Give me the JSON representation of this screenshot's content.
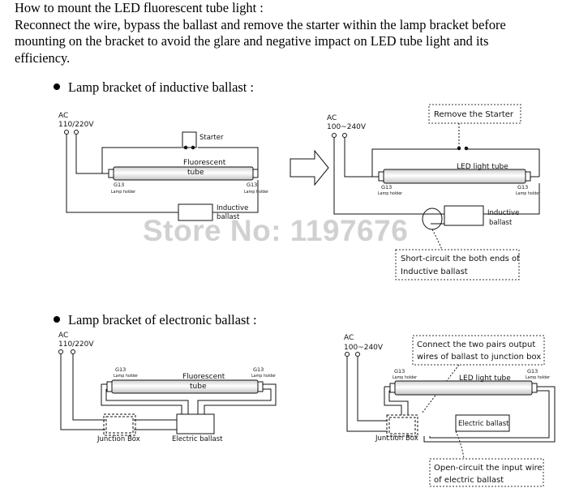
{
  "intro": {
    "title": "How to mount the LED fluorescent tube light :",
    "line1": "Reconnect the wire, bypass the ballast and remove the starter within the lamp bracket before",
    "line2": "mounting on    the bracket to avoid the glare and negative impact on LED tube light and its",
    "line3": "efficiency."
  },
  "sections": {
    "inductive_title": "Lamp bracket of inductive ballast :",
    "electronic_title": "Lamp bracket of electronic ballast :"
  },
  "diagram_inductive_before": {
    "ac": "AC",
    "voltage": "110/220V",
    "starter": "Starter",
    "tube_line1": "Fluorescent",
    "tube_line2": "tube",
    "g13": "G13",
    "lamp_holder": "Lamp holder",
    "ballast_line1": "Inductive",
    "ballast_line2": "ballast"
  },
  "diagram_inductive_after": {
    "ac": "AC",
    "voltage": "100~240V",
    "callout": "Remove the Starter",
    "tube": "LED light tube",
    "g13": "G13",
    "lamp_holder": "Lamp holder",
    "ballast_line1": "Inductive",
    "ballast_line2": "ballast",
    "note_line1": "Short-circuit the both ends of",
    "note_line2": "Inductive ballast"
  },
  "diagram_electronic_before": {
    "ac": "AC",
    "voltage": "110/220V",
    "g13": "G13",
    "lamp_holder": "Lamp holder",
    "tube_line1": "Fluorescent",
    "tube_line2": "tube",
    "junction_box": "Junction Box",
    "ballast": "Electric ballast"
  },
  "diagram_electronic_after": {
    "ac": "AC",
    "voltage": "100~240V",
    "g13": "G13",
    "lamp_holder": "Lamp holder",
    "tube": "LED light tube",
    "callout_line1": "Connect the two pairs output",
    "callout_line2": "wires of ballast to junction box",
    "ballast": "Electric ballast",
    "junction_box": "Junction Box",
    "note_line1": "Open-circuit the input wire",
    "note_line2": "of electric ballast"
  },
  "watermark": "Store No: 1197676"
}
